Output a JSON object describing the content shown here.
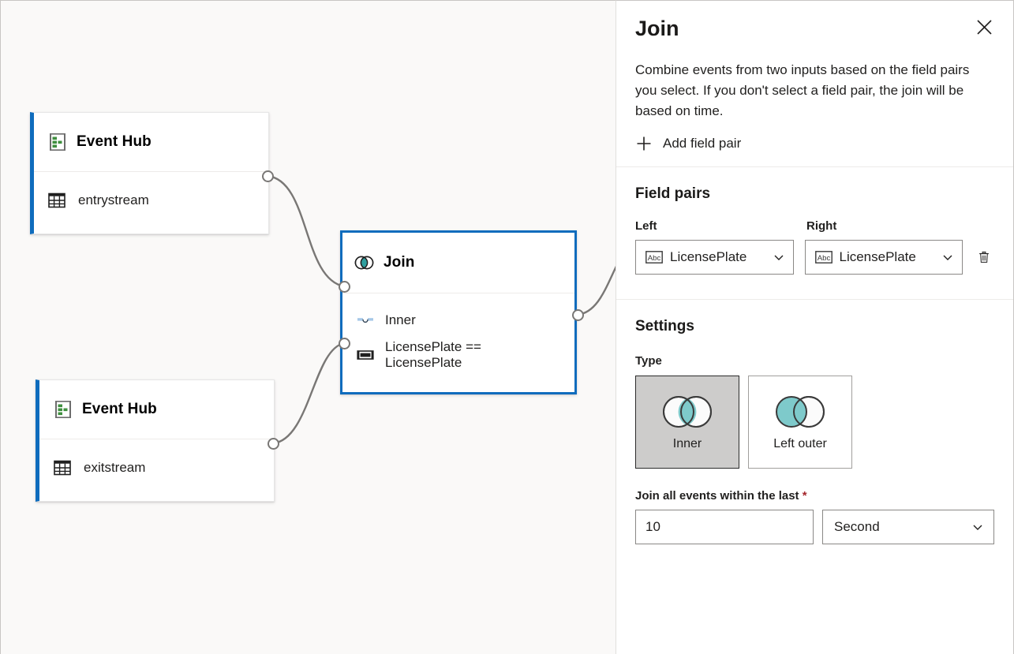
{
  "canvas": {
    "nodes": [
      {
        "id": "event-hub-entry",
        "type": "Event Hub",
        "title": "Event Hub",
        "icon": "event-hub-icon",
        "rows": [
          {
            "icon": "table-icon",
            "label": "entrystream"
          }
        ]
      },
      {
        "id": "join-node",
        "title": "Join",
        "icon": "join-venn-icon",
        "selected": true,
        "rows": [
          {
            "icon": "join-type-icon",
            "label": "Inner"
          },
          {
            "icon": "field-pair-icon",
            "label": "LicensePlate == LicensePlate"
          }
        ]
      },
      {
        "id": "event-hub-exit",
        "type": "Event Hub",
        "title": "Event Hub",
        "icon": "event-hub-icon",
        "rows": [
          {
            "icon": "table-icon",
            "label": "exitstream"
          }
        ]
      }
    ],
    "colors": {
      "background": "#faf9f8",
      "accent": "#0f6cbd",
      "edge": "#797775",
      "node_border_selected": "#0f6cbd"
    }
  },
  "panel": {
    "title": "Join",
    "close_icon": "close-icon",
    "description": "Combine events from two inputs based on the field pairs you select. If you don't select a field pair, the join will be based on time.",
    "add_field_pair": {
      "icon": "plus-icon",
      "label": "Add field pair"
    },
    "field_pairs": {
      "section_title": "Field pairs",
      "left_label": "Left",
      "right_label": "Right",
      "rows": [
        {
          "left": {
            "icon": "abc-type-icon",
            "value": "LicensePlate",
            "chevron": "chevron-down-icon"
          },
          "right": {
            "icon": "abc-type-icon",
            "value": "LicensePlate",
            "chevron": "chevron-down-icon"
          },
          "delete_icon": "trash-icon"
        }
      ]
    },
    "settings": {
      "section_title": "Settings",
      "type_label": "Type",
      "types": [
        {
          "id": "inner",
          "label": "Inner",
          "icon": "venn-inner-icon",
          "selected": true
        },
        {
          "id": "left-outer",
          "label": "Left outer",
          "icon": "venn-left-outer-icon",
          "selected": false
        }
      ],
      "duration": {
        "label": "Join all events within the last",
        "required_marker": "*",
        "value": "10",
        "unit": "Second",
        "unit_chevron": "chevron-down-icon"
      }
    },
    "colors": {
      "required": "#a4262c",
      "teal": "#6fc6c9",
      "selected_card_bg": "#cdcccb"
    }
  }
}
